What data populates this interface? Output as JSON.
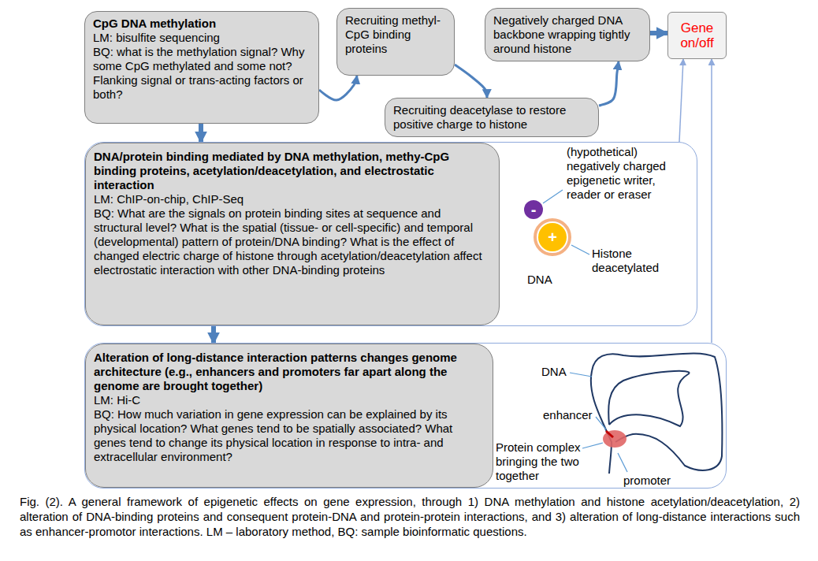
{
  "diagram": {
    "caption": "Fig. (2). A general framework of epigenetic effects on gene expression, through 1) DNA methylation and histone acetylation/deacetylation, 2) alteration of DNA-binding proteins and consequent protein-DNA and protein-protein interactions, and 3) alteration of long-distance interactions such as enhancer-promotor interactions. LM – laboratory method, BQ: sample bioinformatic questions.",
    "nodes": [
      {
        "text": [
          "CpG DNA methylation",
          "LM: bisulfite sequencing",
          "BQ: what is the methylation signal? Why some CpG methylated and some not? Flanking signal or trans-acting factors or both?"
        ]
      },
      {
        "text": [
          "Recruiting methyl-CpG binding proteins"
        ]
      },
      {
        "text": [
          "Negatively charged DNA backbone wrapping tightly around histone"
        ]
      },
      {
        "text": [
          "Gene on/off"
        ]
      },
      {
        "text": [
          "Recruiting deacetylase to restore positive charge to histone"
        ]
      },
      {
        "text": [
          "(hypothetical) negatively charged epigenetic writer, reader or eraser",
          "Histone deacetylated",
          "DNA"
        ]
      },
      {
        "text": [
          "DNA/protein binding mediated by DNA methylation, methy-CpG binding proteins, acetylation/deacetylation, and electrostatic interaction",
          "LM: ChIP-on-chip, ChIP-Seq",
          "BQ: What are the signals on protein binding sites at sequence and structural level? What is the spatial (tissue- or cell-specific) and temporal (developmental) pattern of protein/DNA binding? What is the effect of changed electric charge of histone through acetylation/deacetylation affect electrostatic interaction with other DNA-binding proteins"
        ],
        "in": 5
      },
      {
        "text": [
          "-"
        ],
        "in": 5
      },
      {
        "text": [
          "+"
        ],
        "in": 5
      },
      {
        "text": [
          "DNA",
          "enhancer",
          "Protein complex bringing the two together",
          "promoter"
        ]
      },
      {
        "text": [
          "Alteration of long-distance interaction patterns changes genome architecture (e.g., enhancers and promoters far apart along the genome are brought together)",
          "LM: Hi-C",
          "BQ: How much variation in gene expression can be explained by its physical location? What genes tend to be spatially associated? What genes tend to change its physical location in response to intra- and extracellular environment?"
        ],
        "in": 9
      }
    ],
    "edges": [
      {
        "from": 0,
        "to": 1,
        "arrow": "to"
      },
      {
        "from": 1,
        "to": 4,
        "arrow": "to"
      },
      {
        "from": 4,
        "to": 2,
        "arrow": "to"
      },
      {
        "from": 2,
        "to": 3,
        "arrow": "to"
      },
      {
        "from": 0,
        "to": 6,
        "arrow": "to"
      },
      {
        "from": 6,
        "to": 10,
        "arrow": "to"
      },
      {
        "from": 5,
        "to": 3,
        "arrow": "to"
      },
      {
        "from": 9,
        "to": 3,
        "arrow": "to"
      }
    ]
  }
}
